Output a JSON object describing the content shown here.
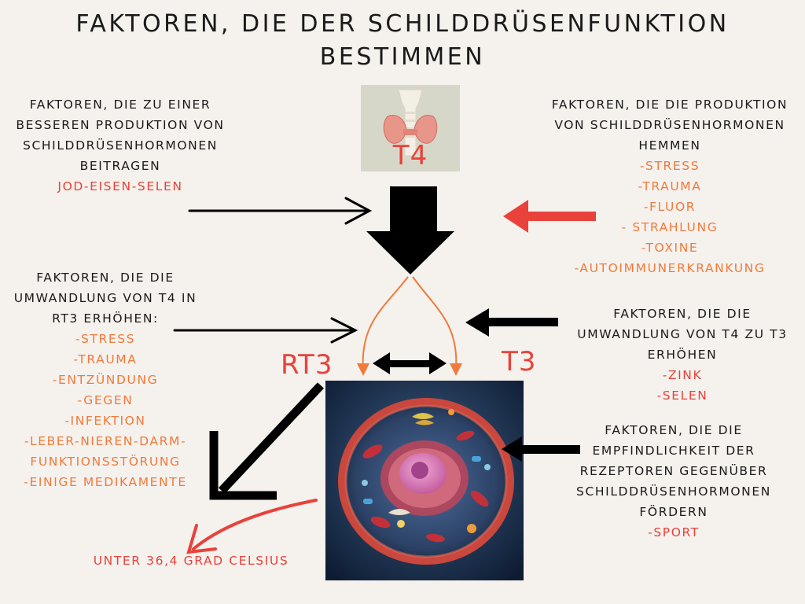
{
  "title": {
    "line1": "FAKTOREN, DIE DER SCHILDDRÜSENFUNKTION",
    "line2": "BESTIMMEN"
  },
  "thyroid": {
    "label": "T4"
  },
  "labels": {
    "rt3": "RT3",
    "t3": "T3"
  },
  "left_top": {
    "lines": [
      "FAKTOREN, DIE ZU EINER",
      "BESSEREN PRODUKTION VON",
      "SCHILDDRÜSENHORMONEN",
      "BEITRAGEN"
    ],
    "items": [
      "JOD-EISEN-SELEN"
    ]
  },
  "right_top": {
    "lines": [
      "FAKTOREN, DIE DIE PRODUKTION",
      "VON SCHILDDRÜSENHORMONEN",
      "HEMMEN"
    ],
    "items": [
      "-STRESS",
      "-TRAUMA",
      "-FLUOR",
      "- STRAHLUNG",
      "-TOXINE",
      "-AUTOIMMUNERKRANKUNG"
    ]
  },
  "left_mid": {
    "lines": [
      "FAKTOREN, DIE DIE",
      "UMWANDLUNG VON T4 IN",
      "RT3 ERHÖHEN:"
    ],
    "items": [
      "-STRESS",
      "-TRAUMA",
      "-ENTZÜNDUNG",
      "-GEGEN",
      "-INFEKTION",
      "-LEBER-NIEREN-DARM-",
      "FUNKTIONSSTÖRUNG",
      "-EINIGE MEDIKAMENTE"
    ]
  },
  "right_mid": {
    "lines": [
      "FAKTOREN, DIE DIE",
      "UMWANDLUNG VON T4 ZU T3",
      "ERHÖHEN"
    ],
    "items": [
      "-ZINK",
      "-SELEN"
    ]
  },
  "right_bottom": {
    "lines": [
      "FAKTOREN, DIE DIE",
      "EMPFINDLICHKEIT DER",
      "REZEPTOREN GEGENÜBER",
      "SCHILDDRÜSENHORMONEN",
      "FÖRDERN"
    ],
    "items": [
      "-SPORT"
    ]
  },
  "temperature": "UNTER 36,4 GRAD CELSIUS",
  "colors": {
    "red": "#e8423a",
    "orange": "#f07a3c",
    "background": "#f5f1ed",
    "black": "#000000"
  }
}
